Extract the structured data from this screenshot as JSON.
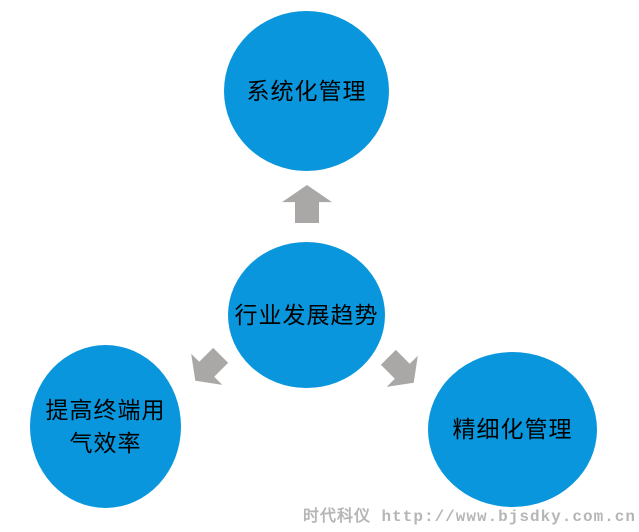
{
  "diagram": {
    "center_node": {
      "label": "行业发展趋势"
    },
    "top_node": {
      "label": "系统化管理"
    },
    "bottom_left_node": {
      "label_line1": "提高终端用",
      "label_line2": "气效率"
    },
    "bottom_right_node": {
      "label": "精细化管理"
    },
    "colors": {
      "node_fill": "#0996DC",
      "arrow_fill": "#AAA8A7",
      "label_text": "#000000",
      "watermark_text": "#B6B6B6"
    }
  },
  "watermark": {
    "text": "时代科仪 http://www.bjsdky.com.cn"
  }
}
